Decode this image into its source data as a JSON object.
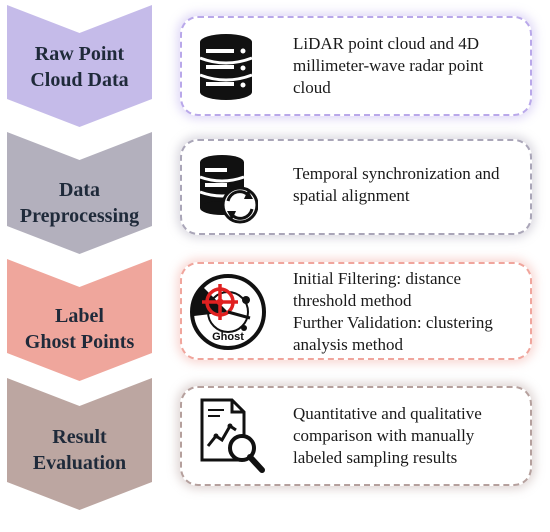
{
  "steps": [
    {
      "title_line1": "Raw Point",
      "title_line2": "Cloud Data",
      "description": "LiDAR point cloud and 4D millimeter-wave radar point cloud",
      "icon": "database-icon",
      "chevron_color": "#c5bbe9",
      "border_color": "#b9a8ea"
    },
    {
      "title_line1": "Data",
      "title_line2": "Preprocessing",
      "description": "Temporal synchronization and spatial alignment",
      "icon": "database-sync-icon",
      "chevron_color": "#b3b0bd",
      "border_color": "#aaa6b8"
    },
    {
      "title_line1": "Label",
      "title_line2": "Ghost Points",
      "description_line1": "Initial Filtering: distance threshold method",
      "description_line2": "Further Validation: clustering analysis method",
      "icon_label": "Ghost",
      "icon": "radar-target-icon",
      "chevron_color": "#efa69c",
      "border_color": "#f0a59c"
    },
    {
      "title_line1": "Result",
      "title_line2": "Evaluation",
      "description": "Quantitative and qualitative comparison with manually labeled sampling results",
      "icon": "document-magnifier-icon",
      "chevron_color": "#bca6a1",
      "border_color": "#b5a09d"
    }
  ]
}
